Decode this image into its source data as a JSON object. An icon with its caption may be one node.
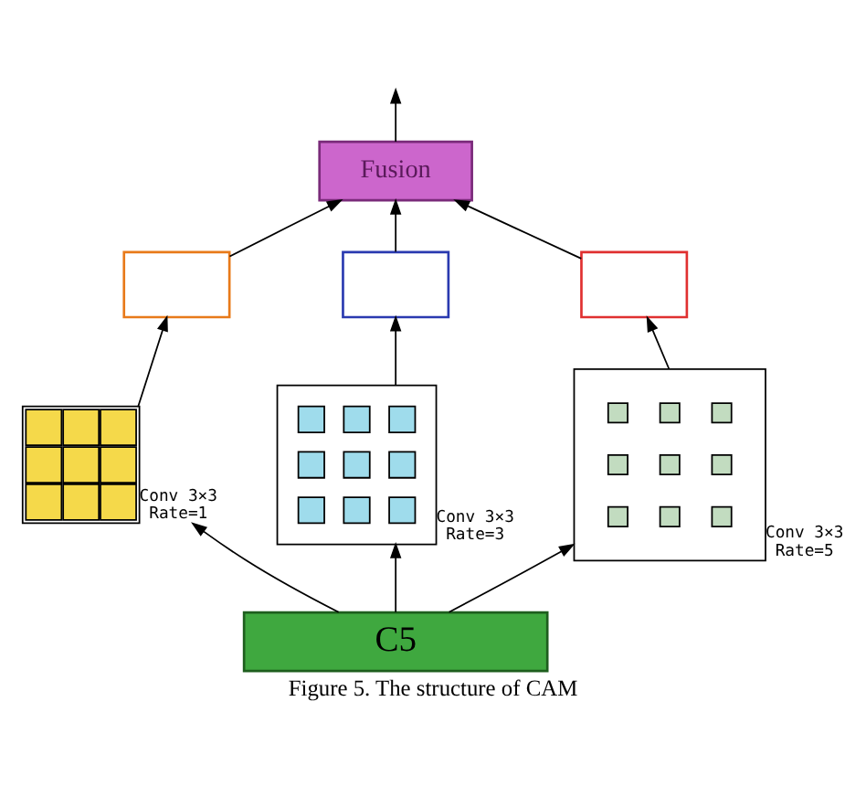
{
  "diagram": {
    "caption": "Figure 5. The structure of CAM",
    "nodes": [
      {
        "text": [
          "Fusion"
        ]
      },
      {
        "text": [],
        "shape": "box"
      },
      {
        "text": [],
        "shape": "box"
      },
      {
        "text": [],
        "shape": "box"
      },
      {
        "text": [],
        "shape": "box",
        "beside": [
          "Conv 3×3",
          "Rate=1"
        ]
      },
      {
        "text": [],
        "shape": "box",
        "beside": [
          "Conv 3×3",
          "Rate=3"
        ]
      },
      {
        "text": [],
        "shape": "box",
        "beside": [
          "Conv 3×3",
          "Rate=5"
        ]
      },
      {
        "text": [
          "C5"
        ]
      }
    ],
    "edges": [
      {
        "from": 7,
        "to": 4,
        "arrow": "to"
      },
      {
        "from": 7,
        "to": 5,
        "arrow": "to"
      },
      {
        "from": 7,
        "to": 6,
        "arrow": "to"
      },
      {
        "from": 4,
        "to": 1,
        "arrow": "to"
      },
      {
        "from": 5,
        "to": 2,
        "arrow": "to"
      },
      {
        "from": 6,
        "to": 3,
        "arrow": "to"
      },
      {
        "from": 1,
        "to": 0,
        "arrow": "to"
      },
      {
        "from": 2,
        "to": 0,
        "arrow": "to"
      },
      {
        "from": 3,
        "to": 0,
        "arrow": "to"
      },
      {
        "from": 0,
        "to": null,
        "arrow": "to"
      }
    ]
  }
}
